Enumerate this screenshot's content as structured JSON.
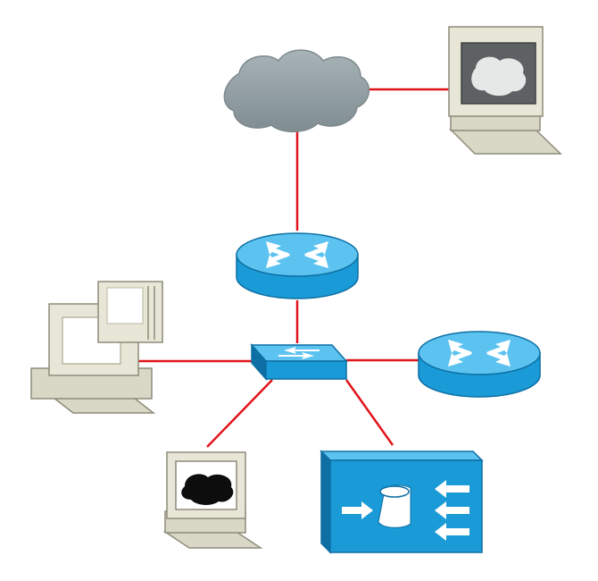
{
  "diagram": {
    "nodes": [
      {
        "id": "cloud",
        "kind": "cloud-icon"
      },
      {
        "id": "workstation-top-right",
        "kind": "workstation-icon"
      },
      {
        "id": "router-main",
        "kind": "router-icon"
      },
      {
        "id": "router-right",
        "kind": "router-icon"
      },
      {
        "id": "switch",
        "kind": "switch-icon"
      },
      {
        "id": "file-server",
        "kind": "file-server-icon"
      },
      {
        "id": "workstation-bottom",
        "kind": "workstation-icon"
      },
      {
        "id": "content-engine",
        "kind": "content-engine-icon"
      }
    ],
    "links": [
      {
        "from": "cloud",
        "to": "workstation-top-right"
      },
      {
        "from": "cloud",
        "to": "router-main"
      },
      {
        "from": "router-main",
        "to": "switch"
      },
      {
        "from": "switch",
        "to": "router-right"
      },
      {
        "from": "switch",
        "to": "file-server"
      },
      {
        "from": "switch",
        "to": "workstation-bottom"
      },
      {
        "from": "switch",
        "to": "content-engine"
      }
    ],
    "colors": {
      "link": "#e0151b",
      "device_blue": "#1a9ad6",
      "device_blue_dark": "#0d6fa3",
      "device_blue_light": "#5cc3f0",
      "cloud_gray": "#94a1a6",
      "beige": "#e8e6d6",
      "beige_dark": "#b9b7a4"
    }
  }
}
